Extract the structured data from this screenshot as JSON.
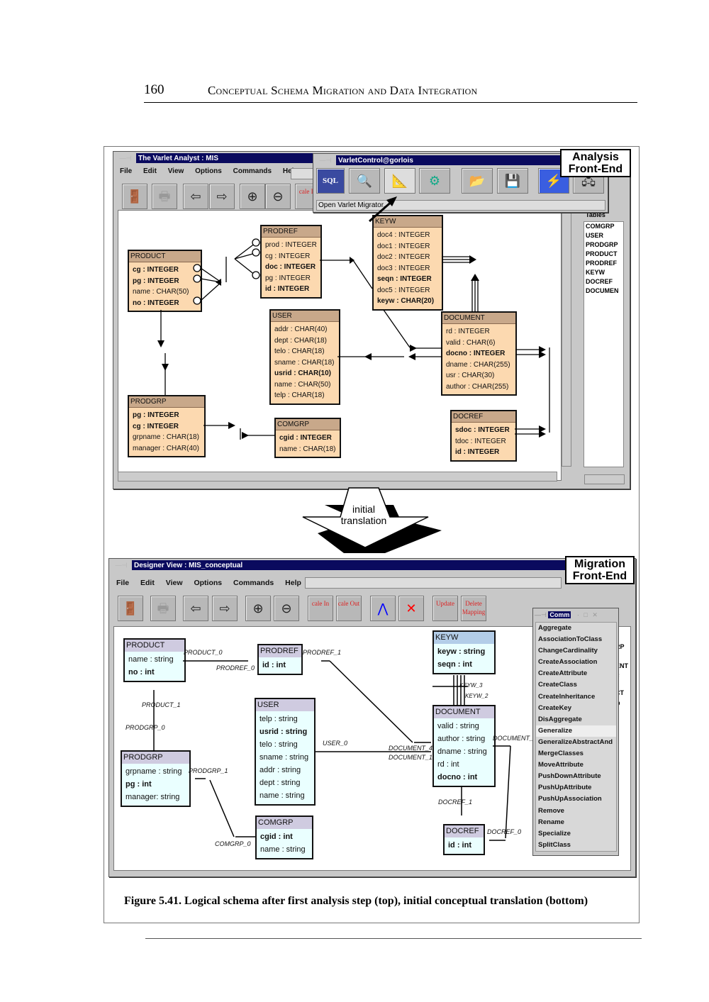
{
  "page": {
    "number": "160",
    "running_title": "Conceptual Schema Migration and Data Integration",
    "caption": "Figure 5.41.  Logical schema after first analysis step (top), initial conceptual translation (bottom)"
  },
  "analyst_window": {
    "title": "The Varlet Analyst : MIS",
    "menu": [
      "File",
      "Edit",
      "View",
      "Options",
      "Commands",
      "Help"
    ],
    "toolbar": [
      {
        "icon": "exit-icon",
        "glyph": "🚪"
      },
      {
        "icon": "print-icon",
        "glyph": "🖶"
      },
      {
        "icon": "arrow-left-icon",
        "glyph": "⇦"
      },
      {
        "icon": "arrow-right-icon",
        "glyph": "⇨"
      },
      {
        "icon": "zoom-in-icon",
        "glyph": "⊕"
      },
      {
        "icon": "zoom-out-icon",
        "glyph": "⊖"
      },
      {
        "icon": "scale-in-button",
        "glyph": "cale In"
      }
    ],
    "tables_panel_label": "Tables",
    "tables_list": [
      "COMGRP",
      "USER",
      "PRODGRP",
      "PRODUCT",
      "PRODREF",
      "KEYW",
      "DOCREF",
      "DOCUMEN"
    ]
  },
  "control_window": {
    "title": "VarletControl@gorlois",
    "toolbar": [
      {
        "icon": "sql-icon",
        "glyph": "SQL"
      },
      {
        "icon": "analyze-icon",
        "glyph": "🔍"
      },
      {
        "icon": "migrator-icon",
        "glyph": "📐"
      },
      {
        "icon": "settings-doc-icon",
        "glyph": "⚙"
      },
      {
        "icon": "open-folder-icon",
        "glyph": "📂"
      },
      {
        "icon": "save-icon",
        "glyph": "💾"
      },
      {
        "icon": "lightning-icon",
        "glyph": "⚡"
      },
      {
        "icon": "network-icon",
        "glyph": "🖧"
      }
    ],
    "status": "Open Varlet Migrator."
  },
  "callouts": {
    "analysis": [
      "Analysis",
      "Front-End"
    ],
    "migration": [
      "Migration",
      "Front-End"
    ],
    "translation": [
      "initial",
      "translation"
    ]
  },
  "logical_tables": [
    {
      "id": "PRODUCT",
      "rows": [
        [
          "cg : INTEGER",
          true
        ],
        [
          "pg : INTEGER",
          true
        ],
        [
          "name : CHAR(50)",
          false
        ],
        [
          "no : INTEGER",
          true
        ]
      ]
    },
    {
      "id": "PRODREF",
      "rows": [
        [
          "prod : INTEGER",
          false
        ],
        [
          "cg : INTEGER",
          false
        ],
        [
          "doc : INTEGER",
          true
        ],
        [
          "pg : INTEGER",
          false
        ],
        [
          "id : INTEGER",
          true
        ]
      ]
    },
    {
      "id": "KEYW",
      "rows": [
        [
          "doc4 : INTEGER",
          false
        ],
        [
          "doc1 : INTEGER",
          false
        ],
        [
          "doc2 : INTEGER",
          false
        ],
        [
          "doc3 : INTEGER",
          false
        ],
        [
          "seqn : INTEGER",
          true
        ],
        [
          "doc5 : INTEGER",
          false
        ],
        [
          "keyw : CHAR(20)",
          true
        ]
      ]
    },
    {
      "id": "USER",
      "rows": [
        [
          "addr : CHAR(40)",
          false
        ],
        [
          "dept : CHAR(18)",
          false
        ],
        [
          "telo : CHAR(18)",
          false
        ],
        [
          "sname : CHAR(18)",
          false
        ],
        [
          "usrid : CHAR(10)",
          true
        ],
        [
          "name : CHAR(50)",
          false
        ],
        [
          "telp : CHAR(18)",
          false
        ]
      ]
    },
    {
      "id": "DOCUMENT",
      "rows": [
        [
          "rd : INTEGER",
          false
        ],
        [
          "valid : CHAR(6)",
          false
        ],
        [
          "docno : INTEGER",
          true
        ],
        [
          "dname : CHAR(255)",
          false
        ],
        [
          "usr : CHAR(30)",
          false
        ],
        [
          "author : CHAR(255)",
          false
        ]
      ]
    },
    {
      "id": "PRODGRP",
      "rows": [
        [
          "pg : INTEGER",
          true
        ],
        [
          "cg : INTEGER",
          true
        ],
        [
          "grpname : CHAR(18)",
          false
        ],
        [
          "manager : CHAR(40)",
          false
        ]
      ]
    },
    {
      "id": "COMGRP",
      "rows": [
        [
          "cgid : INTEGER",
          true
        ],
        [
          "name : CHAR(18)",
          false
        ]
      ]
    },
    {
      "id": "DOCREF",
      "rows": [
        [
          "sdoc : INTEGER",
          true
        ],
        [
          "tdoc : INTEGER",
          false
        ],
        [
          "id : INTEGER",
          true
        ]
      ]
    }
  ],
  "designer_window": {
    "title": "Designer View : MIS_conceptual",
    "menu": [
      "File",
      "Edit",
      "View",
      "Options",
      "Commands",
      "Help"
    ],
    "toolbar": [
      {
        "icon": "exit-icon",
        "glyph": "🚪"
      },
      {
        "icon": "print-icon",
        "glyph": "🖶"
      },
      {
        "icon": "arrow-left-icon",
        "glyph": "⇦"
      },
      {
        "icon": "arrow-right-icon",
        "glyph": "⇨"
      },
      {
        "icon": "zoom-in-icon",
        "glyph": "⊕"
      },
      {
        "icon": "zoom-out-icon",
        "glyph": "⊖"
      },
      {
        "icon": "scale-in-button",
        "glyph": "cale In"
      },
      {
        "icon": "scale-out-button",
        "glyph": "cale Out"
      },
      {
        "icon": "layout-graph-1-icon",
        "glyph": "⋀"
      },
      {
        "icon": "layout-graph-2-icon",
        "glyph": "✕"
      },
      {
        "icon": "update-button",
        "glyph": "Update"
      },
      {
        "icon": "delete-mapping-button",
        "glyph": "Delete Mapping"
      }
    ]
  },
  "conceptual_classes": [
    {
      "id": "PRODUCT",
      "rows": [
        [
          "name : string",
          false
        ],
        [
          "no : int",
          true
        ]
      ]
    },
    {
      "id": "PRODREF",
      "rows": [
        [
          "id : int",
          true
        ]
      ]
    },
    {
      "id": "KEYW",
      "rows": [
        [
          "keyw : string",
          true
        ],
        [
          "seqn : int",
          true
        ]
      ]
    },
    {
      "id": "USER",
      "rows": [
        [
          "telp : string",
          false
        ],
        [
          "usrid : string",
          true
        ],
        [
          "telo : string",
          false
        ],
        [
          "sname : string",
          false
        ],
        [
          "addr : string",
          false
        ],
        [
          "dept : string",
          false
        ],
        [
          "name : string",
          false
        ]
      ]
    },
    {
      "id": "DOCUMENT",
      "rows": [
        [
          "valid : string",
          false
        ],
        [
          "author : string",
          false
        ],
        [
          "dname : string",
          false
        ],
        [
          "rd : int",
          false
        ],
        [
          "docno : int",
          true
        ]
      ]
    },
    {
      "id": "PRODGRP",
      "rows": [
        [
          "grpname : string",
          false
        ],
        [
          "pg : int",
          true
        ],
        [
          "manager: string",
          false
        ]
      ]
    },
    {
      "id": "COMGRP",
      "rows": [
        [
          "cgid : int",
          true
        ],
        [
          "name : string",
          false
        ]
      ]
    },
    {
      "id": "DOCREF",
      "rows": [
        [
          "id : int",
          true
        ]
      ]
    }
  ],
  "association_labels": {
    "product_0": "PRODUCT_0",
    "prodref_0": "PRODREF_0",
    "prodref_1": "PRODREF_1",
    "product_1": "PRODUCT_1",
    "prodgrp_0": "PRODGRP_0",
    "prodgrp_1": "PRODGRP_1",
    "comgrp_0": "COMGRP_0",
    "user_0": "USER_0",
    "document_a": "DOCUMENT_4",
    "document_1": "DOCUMENT_1",
    "document_r": "DOCUMENT_",
    "docref_1": "DOCREF_1",
    "docref_0": "DOCREF_0",
    "keyw_a": "KEYW_3",
    "keyw_b": "KEYW_2"
  },
  "command_palette": {
    "title": "Comm",
    "items": [
      "Aggregate",
      "AssociationToClass",
      "ChangeCardinality",
      "CreateAssociation",
      "CreateAttribute",
      "CreateClass",
      "CreateInheritance",
      "CreateKey",
      "DisAggregate",
      "Generalize",
      "GeneralizeAbstractAnd",
      "MergeClasses",
      "MoveAttribute",
      "PushDownAttribute",
      "PushUpAttribute",
      "PushUpAssociation",
      "Remove",
      "Rename",
      "Specialize",
      "SplitClass"
    ],
    "selected": "Generalize"
  },
  "side_panel_partial": [
    "RP",
    "ENT",
    "F",
    "CT",
    "D"
  ]
}
